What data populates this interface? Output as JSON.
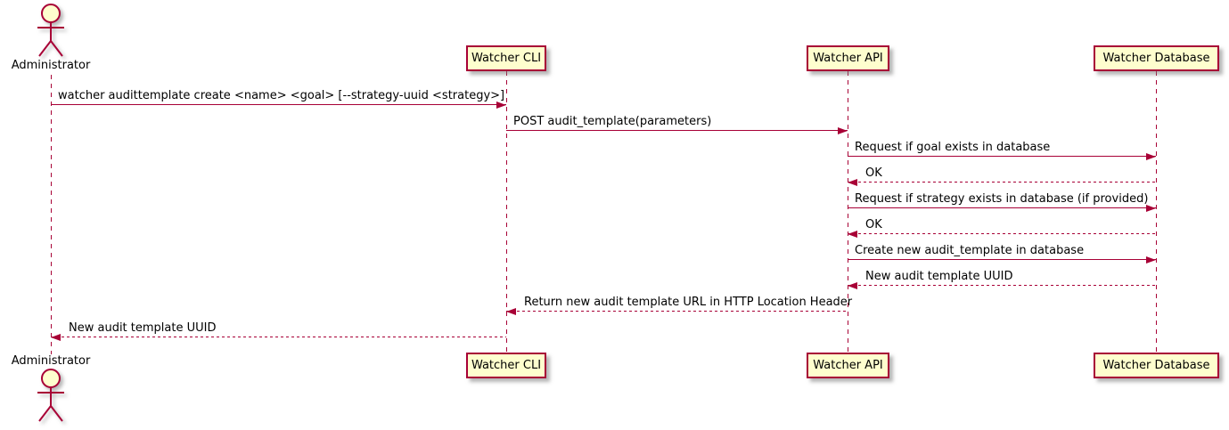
{
  "diagram": {
    "type": "uml-sequence-diagram",
    "colors": {
      "participant_fill": "#FEFECE",
      "line": "#A80036",
      "text": "#000000",
      "background": "#FFFFFF"
    }
  },
  "actor": {
    "label": "Administrator"
  },
  "participants": [
    {
      "label": "Watcher CLI"
    },
    {
      "label": "Watcher API"
    },
    {
      "label": "Watcher Database"
    }
  ],
  "messages": [
    {
      "from": "Administrator",
      "to": "Watcher CLI",
      "style": "solid",
      "text": "watcher audittemplate create <name> <goal> [--strategy-uuid <strategy>]"
    },
    {
      "from": "Watcher CLI",
      "to": "Watcher API",
      "style": "solid",
      "text": "POST audit_template(parameters)"
    },
    {
      "from": "Watcher API",
      "to": "Watcher Database",
      "style": "solid",
      "text": "Request if goal exists in database"
    },
    {
      "from": "Watcher Database",
      "to": "Watcher API",
      "style": "dashed",
      "text": "OK"
    },
    {
      "from": "Watcher API",
      "to": "Watcher Database",
      "style": "solid",
      "text": "Request if strategy exists in database (if provided)"
    },
    {
      "from": "Watcher Database",
      "to": "Watcher API",
      "style": "dashed",
      "text": "OK"
    },
    {
      "from": "Watcher API",
      "to": "Watcher Database",
      "style": "solid",
      "text": "Create new audit_template in database"
    },
    {
      "from": "Watcher Database",
      "to": "Watcher API",
      "style": "dashed",
      "text": "New audit template UUID"
    },
    {
      "from": "Watcher API",
      "to": "Watcher CLI",
      "style": "dashed",
      "text": "Return new audit template URL in HTTP Location Header"
    },
    {
      "from": "Watcher CLI",
      "to": "Administrator",
      "style": "dashed",
      "text": "New audit template UUID"
    }
  ]
}
